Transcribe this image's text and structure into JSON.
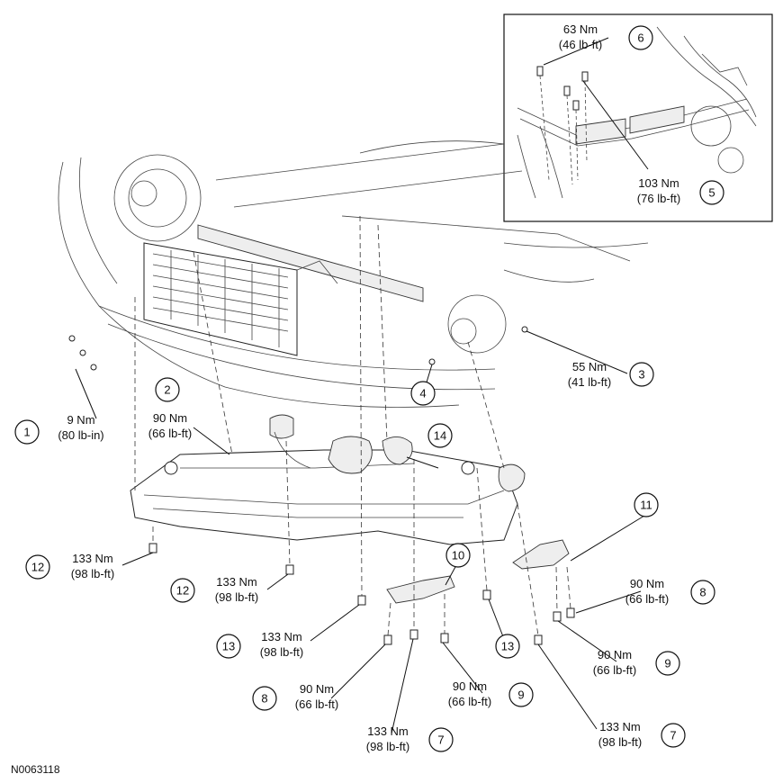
{
  "figure_id": "N0063118",
  "callouts": [
    {
      "num": "1",
      "line1": "9 Nm",
      "line2": "(80 lb-in)"
    },
    {
      "num": "2",
      "line1": "90 Nm",
      "line2": "(66 lb-ft)"
    },
    {
      "num": "3",
      "line1": "55 Nm",
      "line2": "(41 lb-ft)"
    },
    {
      "num": "4",
      "line1": "",
      "line2": ""
    },
    {
      "num": "5",
      "line1": "103 Nm",
      "line2": "(76 lb-ft)"
    },
    {
      "num": "6",
      "line1": "63 Nm",
      "line2": "(46 lb-ft)"
    },
    {
      "num": "7",
      "line1": "133 Nm",
      "line2": "(98 lb-ft)"
    },
    {
      "num": "7",
      "line1": "133 Nm",
      "line2": "(98 lb-ft)"
    },
    {
      "num": "8",
      "line1": "90 Nm",
      "line2": "(66 lb-ft)"
    },
    {
      "num": "8",
      "line1": "90 Nm",
      "line2": "(66 lb-ft)"
    },
    {
      "num": "9",
      "line1": "90 Nm",
      "line2": "(66 lb-ft)"
    },
    {
      "num": "9",
      "line1": "90 Nm",
      "line2": "(66 lb-ft)"
    },
    {
      "num": "10",
      "line1": "",
      "line2": ""
    },
    {
      "num": "11",
      "line1": "",
      "line2": ""
    },
    {
      "num": "12",
      "line1": "133 Nm",
      "line2": "(98 lb-ft)"
    },
    {
      "num": "12",
      "line1": "133 Nm",
      "line2": "(98 lb-ft)"
    },
    {
      "num": "13",
      "line1": "133 Nm",
      "line2": "(98 lb-ft)"
    },
    {
      "num": "13",
      "line1": "",
      "line2": ""
    },
    {
      "num": "14",
      "line1": "",
      "line2": ""
    }
  ]
}
